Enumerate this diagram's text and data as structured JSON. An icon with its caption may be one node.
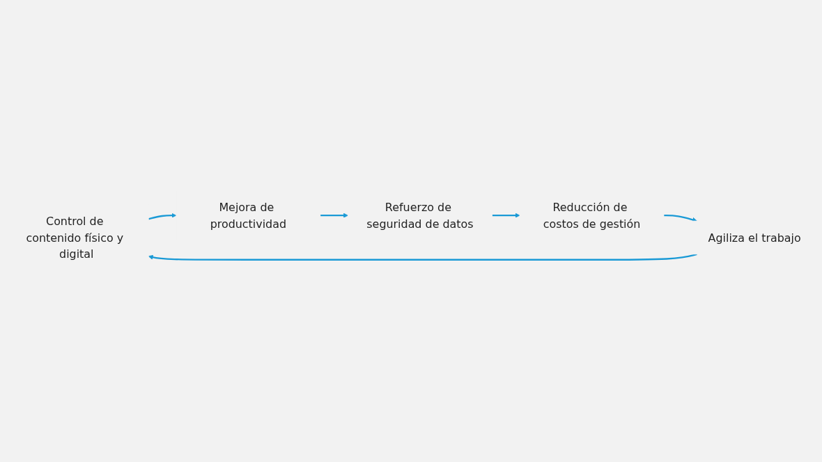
{
  "diagram": {
    "nodes": [
      {
        "text": [
          "Control de contenido físico y digital"
        ]
      },
      {
        "text": [
          "Mejora de productividad"
        ]
      },
      {
        "text": [
          "Refuerzo de seguridad de datos"
        ]
      },
      {
        "text": [
          "Reducción de costos de gestión"
        ]
      },
      {
        "text": [
          "Agiliza el trabajo"
        ]
      }
    ],
    "edges": [
      {
        "from": 0,
        "to": 1,
        "arrow": "to"
      },
      {
        "from": 1,
        "to": 2,
        "arrow": "to"
      },
      {
        "from": 2,
        "to": 3,
        "arrow": "to"
      },
      {
        "from": 3,
        "to": 4,
        "arrow": "to"
      },
      {
        "from": 4,
        "to": 0,
        "arrow": "to"
      }
    ]
  }
}
